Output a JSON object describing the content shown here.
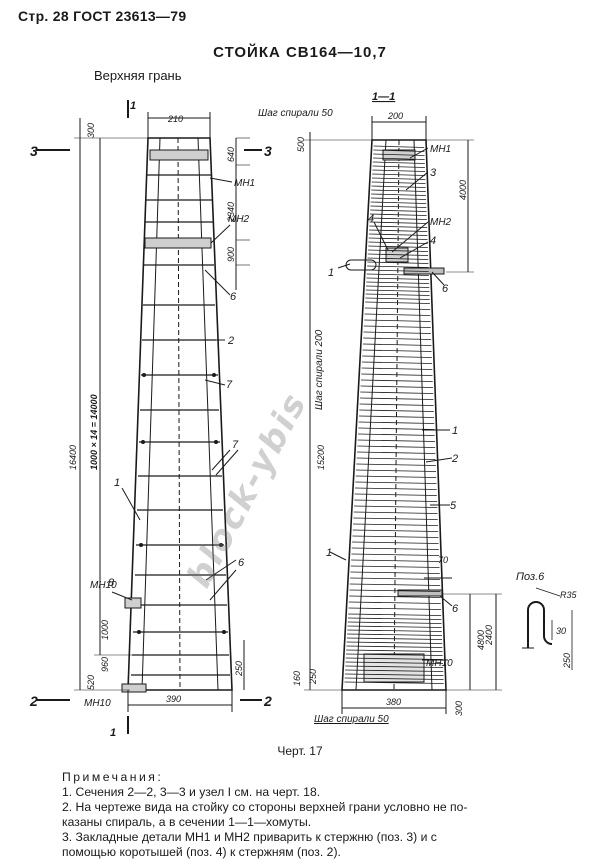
{
  "page_header": "Стр. 28 ГОСТ 23613—79",
  "drawing_title": "СТОЙКА СВ164—10,7",
  "view_label": "Верхняя грань",
  "caption": "Черт. 17",
  "left_view": {
    "section_mark_top": "1",
    "section_3_left": "3",
    "section_3_right": "3",
    "section_2_left": "2",
    "section_2_right": "2",
    "section_mark_bottom": "1",
    "dim_top_width": "210",
    "dim_bottom_width": "390",
    "dim_total_height": "16400",
    "dim_spacing": "1000 × 14 = 14000",
    "dim_top_offset": "300",
    "dim_top_640": "640",
    "dim_2340": "2340",
    "dim_900": "900",
    "dim_1000": "1000",
    "dim_960": "960",
    "dim_520": "520",
    "dim_250": "250",
    "label_mn1": "МН1",
    "label_mn2": "МН2",
    "label_mn10_upper": "МН10",
    "label_mn10_lower": "МН10",
    "pos_6a": "6",
    "pos_2": "2",
    "pos_7a": "7",
    "pos_7b": "7",
    "pos_1": "1",
    "pos_8": "8",
    "pos_6b": "6"
  },
  "right_view": {
    "section_title": "1—1",
    "spiral_step_top": "Шаг спирали 50",
    "spiral_step_middle": "Шаг спирали 200",
    "spiral_step_bottom": "Шаг спирали 50",
    "dim_top_width": "200",
    "dim_bottom_width": "380",
    "dim_top_500": "500",
    "dim_4000": "4000",
    "dim_15200": "15200",
    "dim_70": "70",
    "dim_2400": "2400",
    "dim_4800": "4800",
    "dim_250": "250",
    "dim_160": "160",
    "dim_300": "300",
    "label_mn1": "МН1",
    "label_mn2": "МН2",
    "label_mn10": "МН10",
    "pos_3": "3",
    "pos_4a": "4",
    "pos_4b": "4",
    "pos_1a": "1",
    "pos_6a": "6",
    "pos_1b": "1",
    "pos_2": "2",
    "pos_5": "5",
    "pos_1c": "1",
    "pos_6b": "6"
  },
  "detail": {
    "title": "Поз.6",
    "radius": "R35",
    "dim_30": "30",
    "dim_250": "250"
  },
  "notes": {
    "heading": "Примечания:",
    "items": [
      "1. Сечения 2—2, 3—3 и узел I см. на черт. 18.",
      "2. На чертеже вида на стойку со стороны верхней грани условно не по-",
      "казаны спираль, а в сечении 1—1—хомуты.",
      "3. Закладные детали МН1 и МН2 приварить к стержню (поз. 3) и с",
      "помощью коротышей (поз. 4) к стержням (поз. 2)."
    ]
  },
  "watermark": "block-ybis"
}
